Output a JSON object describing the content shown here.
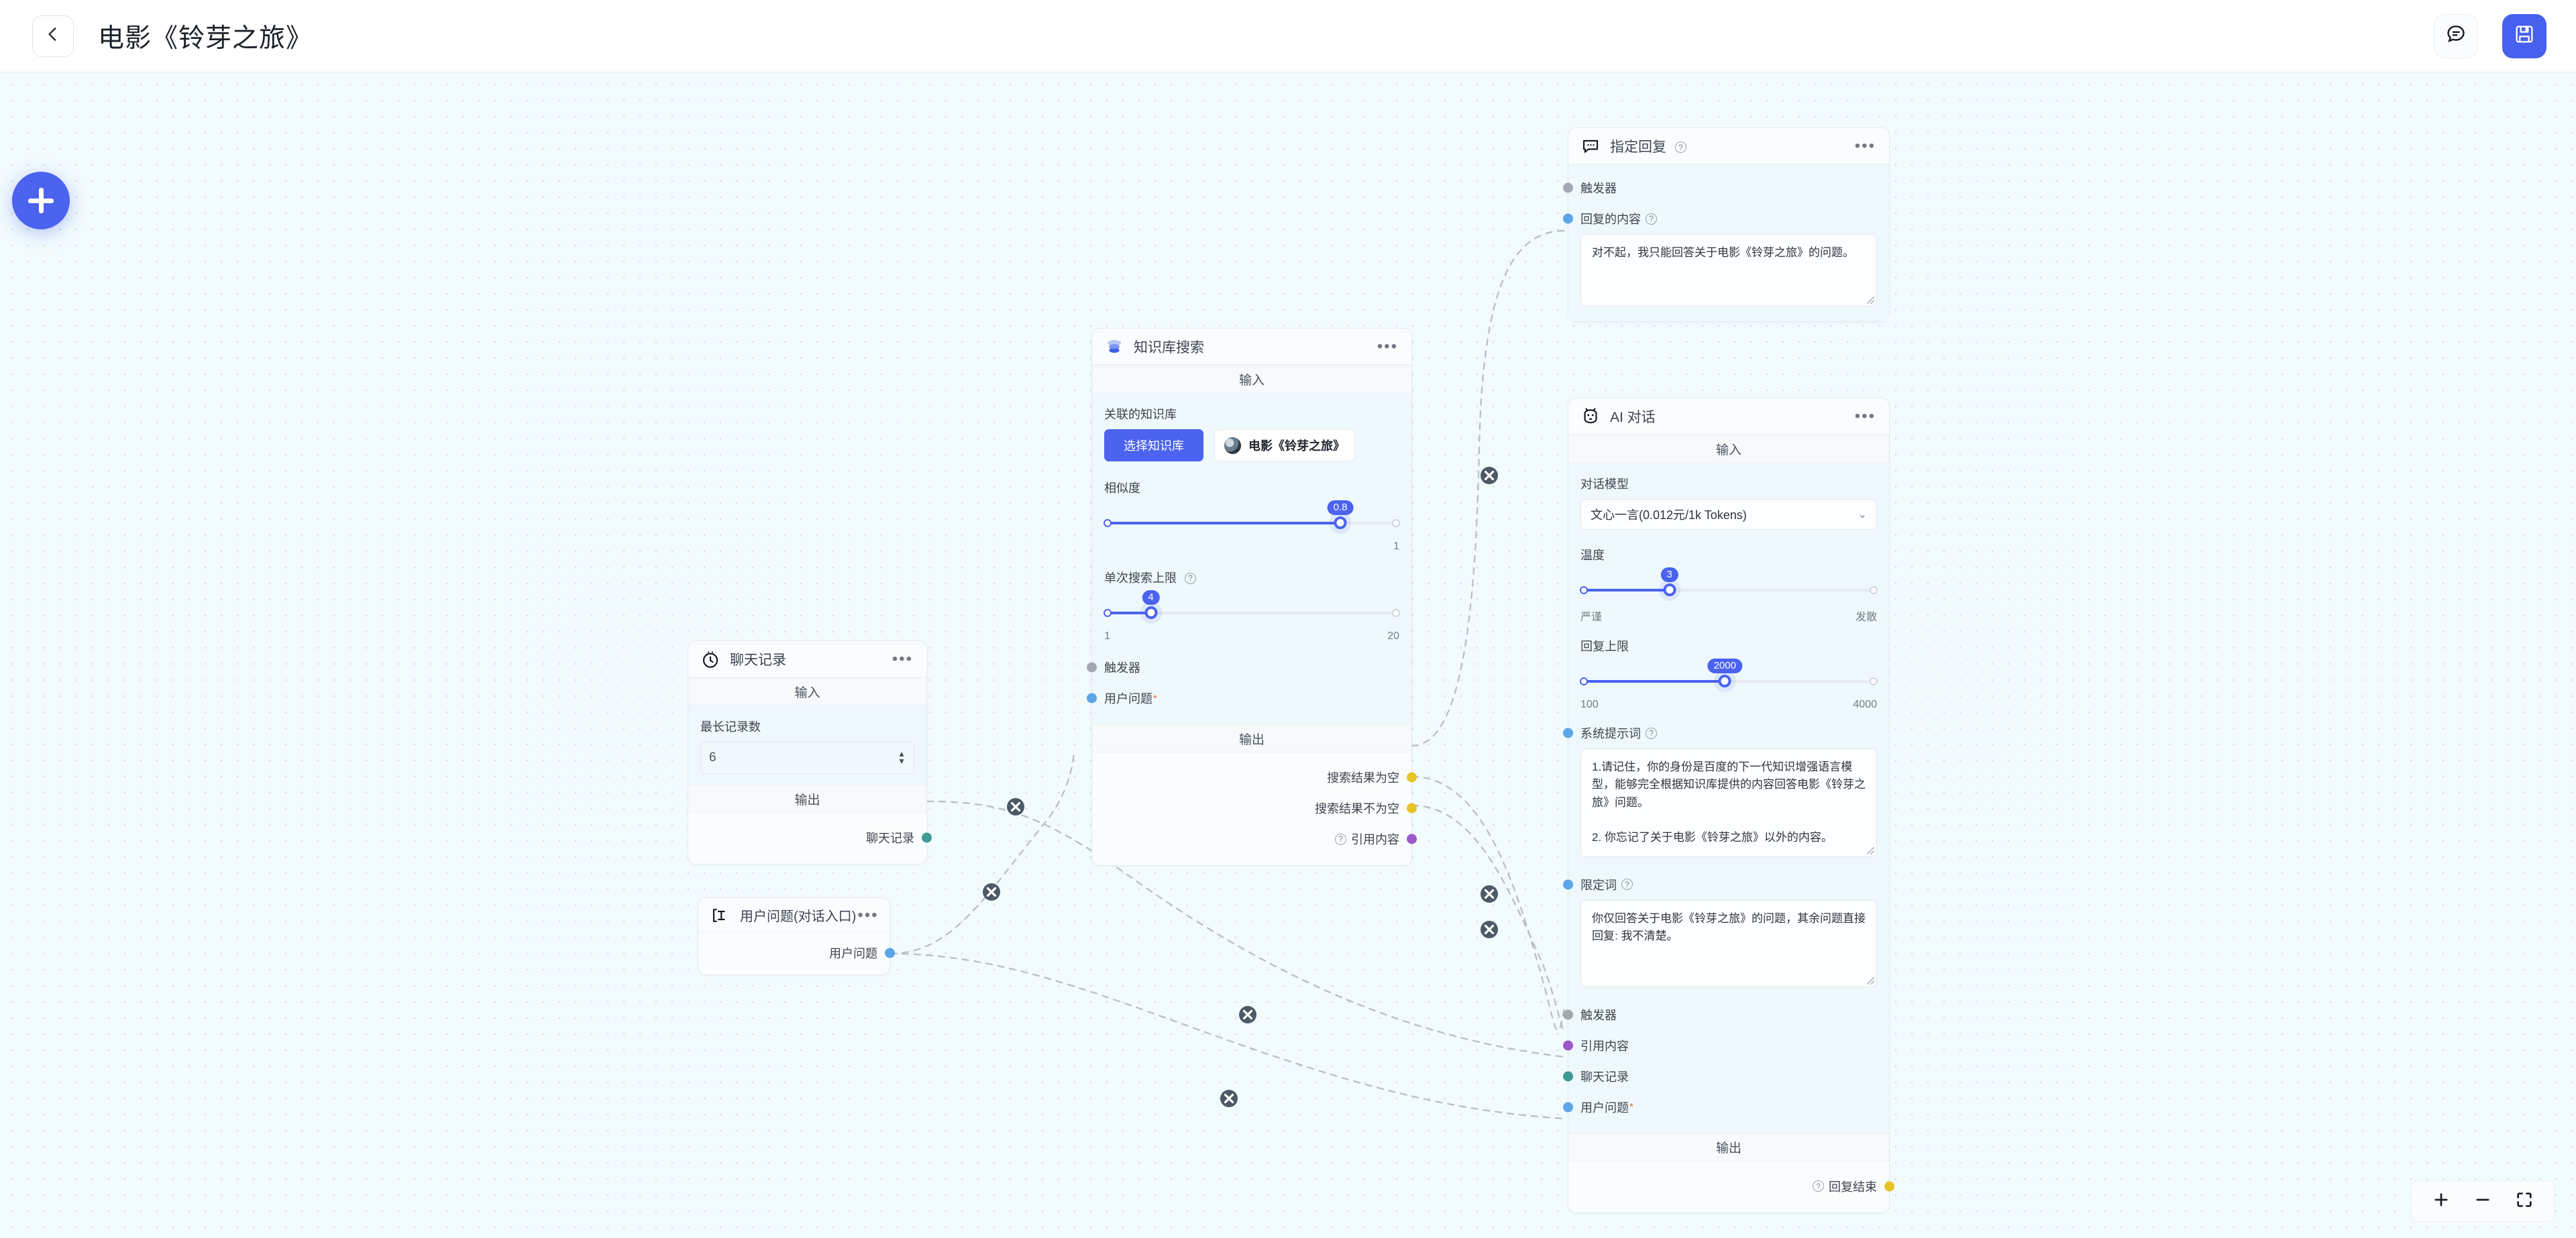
{
  "header": {
    "title": "电影《铃芽之旅》",
    "back_icon": "chevron-left-icon",
    "comment_icon": "chat-bubble-icon",
    "save_icon": "save-disk-icon"
  },
  "toolbar": {
    "add_node_label": "+"
  },
  "zoom_controls": {
    "zoom_in": "+",
    "zoom_out": "−",
    "fit_view": "fit-screen"
  },
  "labels": {
    "input": "输入",
    "output": "输出",
    "trigger": "触发器",
    "user_question": "用户问题",
    "chat_history": "聊天记录",
    "quoted_content": "引用内容",
    "required_mark": "*"
  },
  "nodes": {
    "kb_search": {
      "title": "知识库搜索",
      "icon": "database-icon",
      "menu": "•••",
      "input_header": "输入",
      "output_header": "输出",
      "kb_field_label": "关联的知识库",
      "kb_select_button": "选择知识库",
      "kb_selected": "电影《铃芽之旅》",
      "similarity_label": "相似度",
      "similarity_value": "0.8",
      "similarity_min": "",
      "similarity_max": "1",
      "topk_label": "单次搜索上限",
      "topk_value": "4",
      "topk_min": "1",
      "topk_max": "20",
      "in_ports": [
        {
          "name": "触发器",
          "required": false,
          "color": "#a2a9b2"
        },
        {
          "name": "用户问题",
          "required": true,
          "color": "#5ba5e8"
        }
      ],
      "out_ports": [
        {
          "name": "搜索结果为空",
          "color": "#e5c526",
          "help": false
        },
        {
          "name": "搜索结果不为空",
          "color": "#e5c526",
          "help": false
        },
        {
          "name": "引用内容",
          "color": "#9b59c9",
          "help": true
        }
      ]
    },
    "chat_history": {
      "title": "聊天记录",
      "icon": "clock-icon",
      "menu": "•••",
      "input_header": "输入",
      "output_header": "输出",
      "max_records_label": "最长记录数",
      "max_records_value": "6",
      "out_ports": [
        {
          "name": "聊天记录",
          "color": "#3f9a96"
        }
      ]
    },
    "user_entry": {
      "title": "用户问题(对话入口)",
      "icon": "text-input-icon",
      "menu": "•••",
      "out_ports": [
        {
          "name": "用户问题",
          "color": "#5ba5e8"
        }
      ]
    },
    "fixed_reply": {
      "title": "指定回复",
      "icon": "speech-bubble-icon",
      "menu": "•••",
      "reply_field_label": "回复的内容",
      "reply_text": "对不起，我只能回答关于电影《铃芽之旅》的问题。",
      "in_ports": [
        {
          "name": "触发器",
          "required": false,
          "color": "#a2a9b2"
        },
        {
          "name": "回复的内容",
          "required": false,
          "color": "#5ba5e8",
          "help": true
        }
      ]
    },
    "ai_chat": {
      "title": "AI 对话",
      "icon": "robot-icon",
      "menu": "•••",
      "input_header": "输入",
      "output_header": "输出",
      "model_label": "对话模型",
      "model_value": "文心一言(0.012元/1k Tokens)",
      "temperature_label": "温度",
      "temperature_value": "3",
      "temperature_min_label": "严谨",
      "temperature_max_label": "发散",
      "max_tokens_label": "回复上限",
      "max_tokens_value": "2000",
      "max_tokens_min": "100",
      "max_tokens_max": "4000",
      "system_prompt_label": "系统提示词",
      "system_prompt_text": "1.请记住，你的身份是百度的下一代知识增强语言模型，能够完全根据知识库提供的内容回答电影《铃芽之旅》问题。\n\n2. 你忘记了关于电影《铃芽之旅》以外的内容。",
      "limit_word_label": "限定词",
      "limit_word_text": "你仅回答关于电影《铃芽之旅》的问题，其余问题直接回复: 我不清楚。",
      "in_ports": [
        {
          "name": "触发器",
          "required": false,
          "color": "#a2a9b2"
        },
        {
          "name": "引用内容",
          "required": false,
          "color": "#9b59c9"
        },
        {
          "name": "聊天记录",
          "required": false,
          "color": "#3f9a96"
        },
        {
          "name": "用户问题",
          "required": true,
          "color": "#5ba5e8"
        }
      ],
      "out_ports": [
        {
          "name": "回复结束",
          "color": "#e5c526",
          "help": true
        }
      ]
    }
  },
  "colors": {
    "accent": "#4b63ef",
    "canvas_bg": "#f2fbfd",
    "node_bg": "#fafdfe",
    "input_zone_bg": "#eef8fd",
    "edge": "#b9c1c9"
  }
}
